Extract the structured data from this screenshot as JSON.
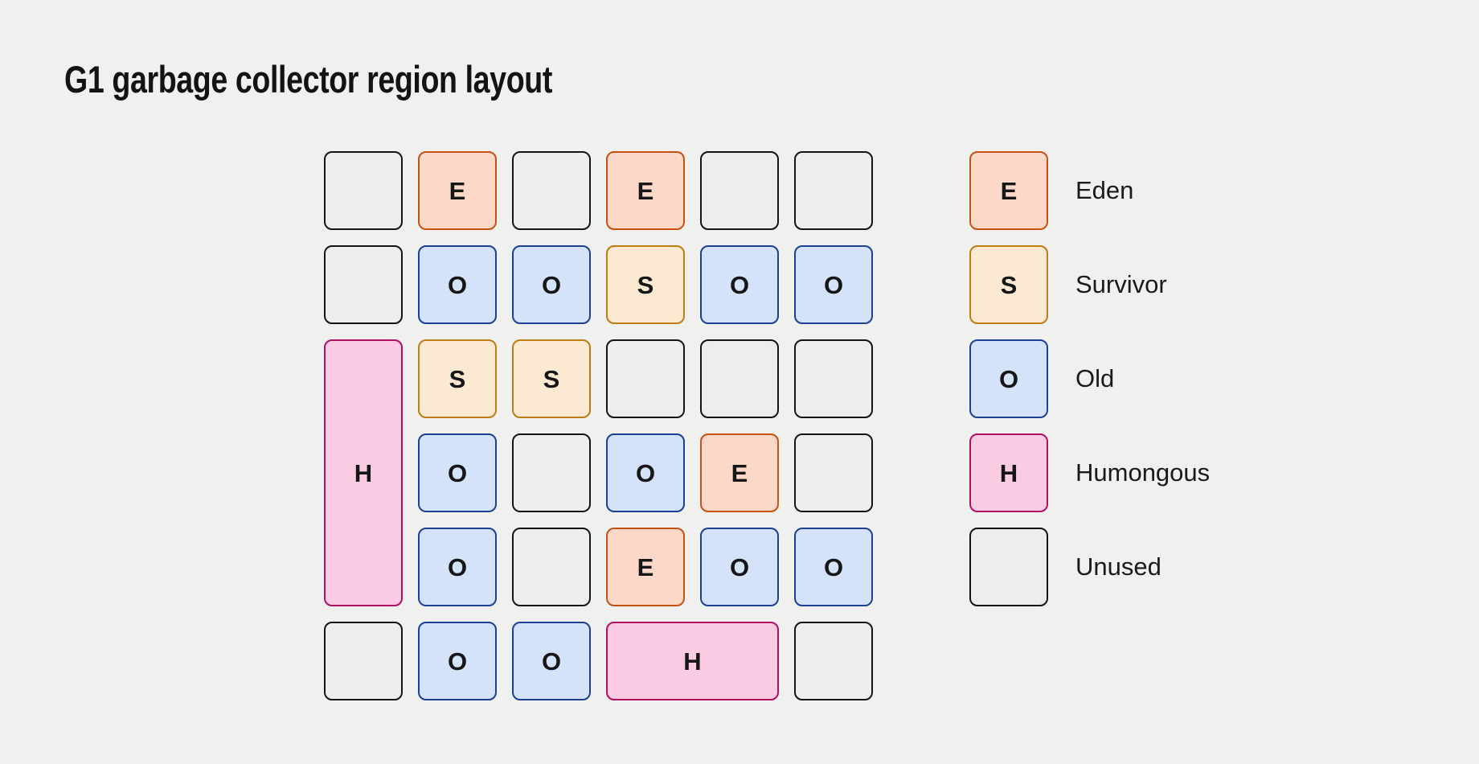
{
  "title": "G1 garbage collector region layout",
  "colors": {
    "background": "#f0f0ee",
    "title_text": "#131313",
    "cell_letter": "#161616",
    "legend_text": "#1a1a1a"
  },
  "region_types": {
    "eden": {
      "letter": "E",
      "label": "Eden",
      "fill": "#fbd8c8",
      "border": "#c65212"
    },
    "survivor": {
      "letter": "S",
      "label": "Survivor",
      "fill": "#fbe9d2",
      "border": "#bd7c14"
    },
    "old": {
      "letter": "O",
      "label": "Old",
      "fill": "#d4e2fa",
      "border": "#1b4094"
    },
    "humongous": {
      "letter": "H",
      "label": "Humongous",
      "fill": "#fbcbe3",
      "border": "#b01062"
    },
    "unused": {
      "letter": "",
      "label": "Unused",
      "fill": "#ededeb",
      "border": "#141414"
    }
  },
  "grid": {
    "rows": 6,
    "cols": 6,
    "cells": [
      {
        "row": 1,
        "col": 1,
        "type": "unused"
      },
      {
        "row": 1,
        "col": 2,
        "type": "eden"
      },
      {
        "row": 1,
        "col": 3,
        "type": "unused"
      },
      {
        "row": 1,
        "col": 4,
        "type": "eden"
      },
      {
        "row": 1,
        "col": 5,
        "type": "unused"
      },
      {
        "row": 1,
        "col": 6,
        "type": "unused"
      },
      {
        "row": 2,
        "col": 1,
        "type": "unused"
      },
      {
        "row": 2,
        "col": 2,
        "type": "old"
      },
      {
        "row": 2,
        "col": 3,
        "type": "old"
      },
      {
        "row": 2,
        "col": 4,
        "type": "survivor"
      },
      {
        "row": 2,
        "col": 5,
        "type": "old"
      },
      {
        "row": 2,
        "col": 6,
        "type": "old"
      },
      {
        "row": 3,
        "col": 1,
        "type": "humongous",
        "rowspan": 3
      },
      {
        "row": 3,
        "col": 2,
        "type": "survivor"
      },
      {
        "row": 3,
        "col": 3,
        "type": "survivor"
      },
      {
        "row": 3,
        "col": 4,
        "type": "unused"
      },
      {
        "row": 3,
        "col": 5,
        "type": "unused"
      },
      {
        "row": 3,
        "col": 6,
        "type": "unused"
      },
      {
        "row": 4,
        "col": 2,
        "type": "old"
      },
      {
        "row": 4,
        "col": 3,
        "type": "unused"
      },
      {
        "row": 4,
        "col": 4,
        "type": "old"
      },
      {
        "row": 4,
        "col": 5,
        "type": "eden"
      },
      {
        "row": 4,
        "col": 6,
        "type": "unused"
      },
      {
        "row": 5,
        "col": 2,
        "type": "old"
      },
      {
        "row": 5,
        "col": 3,
        "type": "unused"
      },
      {
        "row": 5,
        "col": 4,
        "type": "eden"
      },
      {
        "row": 5,
        "col": 5,
        "type": "old"
      },
      {
        "row": 5,
        "col": 6,
        "type": "old"
      },
      {
        "row": 6,
        "col": 1,
        "type": "unused"
      },
      {
        "row": 6,
        "col": 2,
        "type": "old"
      },
      {
        "row": 6,
        "col": 3,
        "type": "old"
      },
      {
        "row": 6,
        "col": 4,
        "type": "humongous",
        "colspan": 2
      },
      {
        "row": 6,
        "col": 6,
        "type": "unused"
      }
    ]
  },
  "legend": {
    "items": [
      {
        "type": "eden"
      },
      {
        "type": "survivor"
      },
      {
        "type": "old"
      },
      {
        "type": "humongous"
      },
      {
        "type": "unused"
      }
    ]
  }
}
